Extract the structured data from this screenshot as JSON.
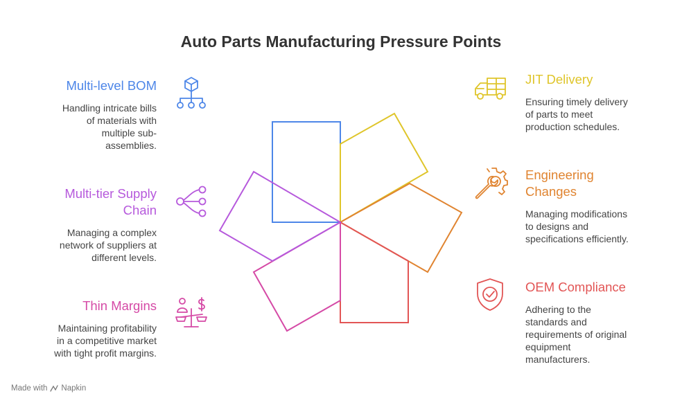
{
  "title": "Auto Parts Manufacturing Pressure Points",
  "colors": {
    "bom": "#4d86e8",
    "supply": "#b659dc",
    "margins": "#d54aa6",
    "jit": "#dfc52a",
    "engineering": "#e08430",
    "oem": "#e25555"
  },
  "items": {
    "bom": {
      "title": "Multi-level BOM",
      "desc": [
        "Handling intricate bills",
        "of materials with",
        "multiple sub-",
        "assemblies."
      ],
      "icon": "hierarchy-cube-icon"
    },
    "supply": {
      "title": [
        "Multi-tier Supply",
        "Chain"
      ],
      "desc": [
        "Managing a complex",
        "network of suppliers at",
        "different levels."
      ],
      "icon": "network-share-icon"
    },
    "margins": {
      "title": "Thin Margins",
      "desc": [
        "Maintaining profitability",
        "in a competitive market",
        "with tight profit margins."
      ],
      "icon": "scale-dollar-icon"
    },
    "jit": {
      "title": "JIT Delivery",
      "desc": [
        "Ensuring timely delivery",
        "of parts to meet",
        "production schedules."
      ],
      "icon": "delivery-truck-icon"
    },
    "engineering": {
      "title": [
        "Engineering",
        "Changes"
      ],
      "desc": [
        "Managing modifications",
        "to designs and",
        "specifications efficiently."
      ],
      "icon": "wrench-gear-icon"
    },
    "oem": {
      "title": "OEM Compliance",
      "desc": [
        "Adhering to the",
        "standards and",
        "requirements of original",
        "equipment",
        "manufacturers."
      ],
      "icon": "shield-check-icon"
    }
  },
  "footer": {
    "made_with": "Made with",
    "brand": "Napkin"
  }
}
